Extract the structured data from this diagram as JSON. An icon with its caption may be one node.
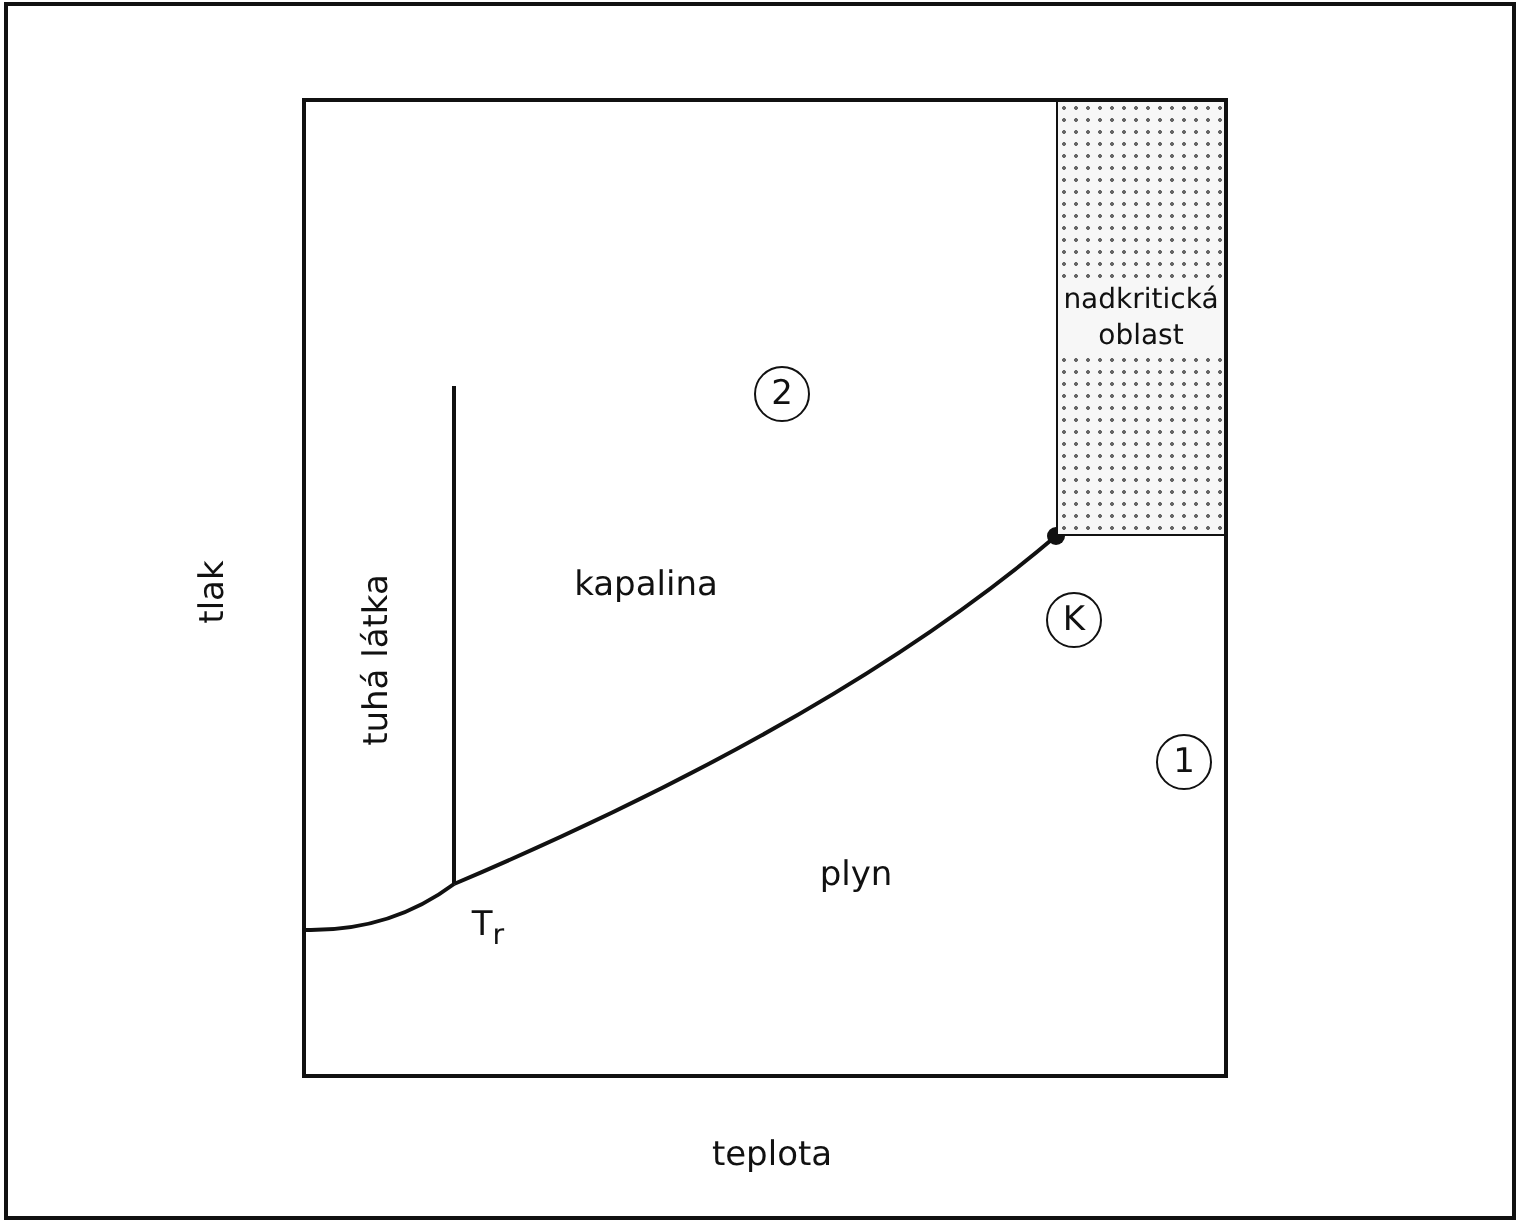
{
  "diagram": {
    "nodes": [
      {
        "text": [
          "nadkritická oblast"
        ]
      }
    ],
    "labels": [
      "2",
      "tuhá látka",
      "kapalina",
      "K",
      "1",
      "plyn",
      "T$_{r}$",
      "tlak",
      "teplota"
    ]
  }
}
